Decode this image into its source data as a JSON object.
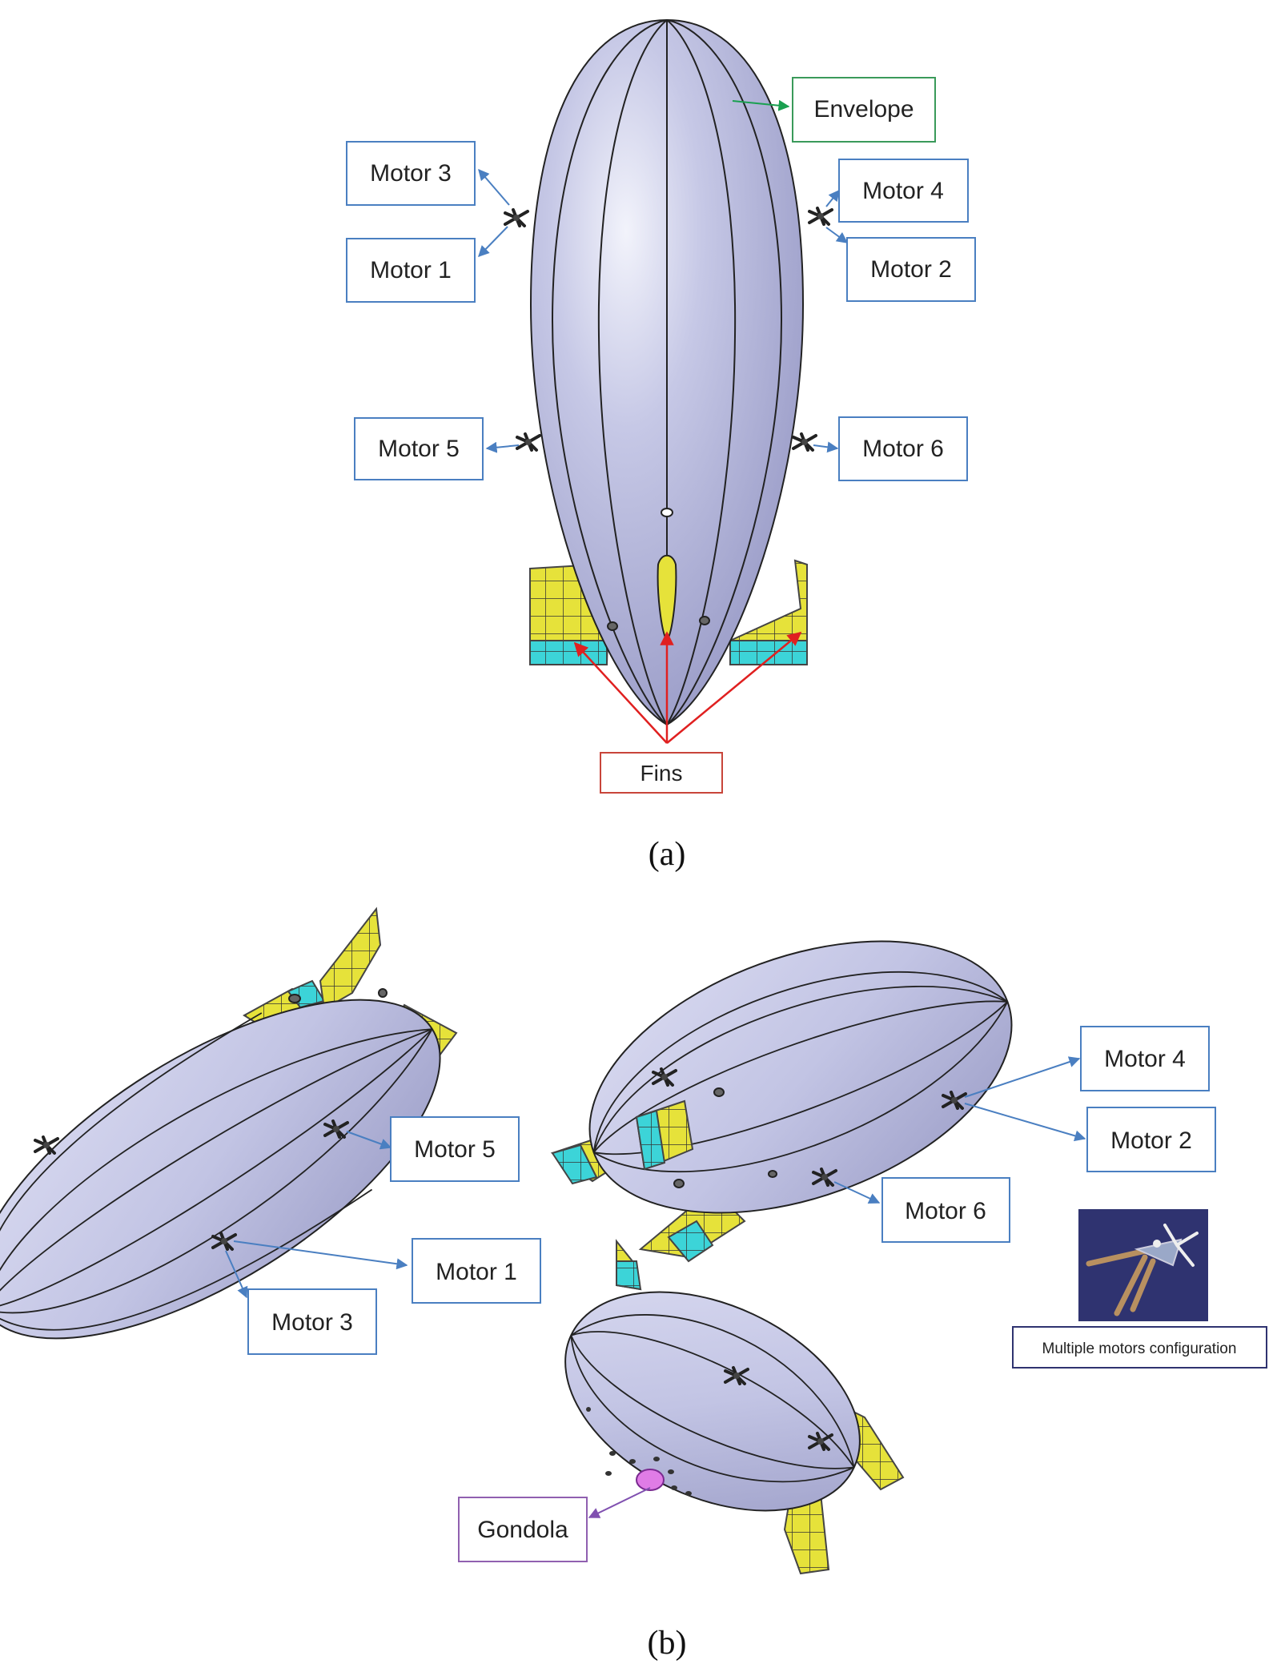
{
  "panel_a": {
    "caption": "(a)",
    "labels": {
      "envelope": "Envelope",
      "motor3": "Motor 3",
      "motor1": "Motor 1",
      "motor4": "Motor 4",
      "motor2": "Motor 2",
      "motor5": "Motor 5",
      "motor6": "Motor 6",
      "fins": "Fins"
    }
  },
  "panel_b": {
    "caption": "(b)",
    "labels": {
      "motor5": "Motor 5",
      "motor1": "Motor 1",
      "motor3": "Motor 3",
      "motor4": "Motor 4",
      "motor2": "Motor 2",
      "motor6": "Motor 6",
      "gondola": "Gondola",
      "multi_motor": "Multiple motors configuration"
    }
  },
  "colors": {
    "envelope": "#c9cbe8",
    "fin_yellow": "#e6e23a",
    "fin_cyan": "#3cd4d8",
    "motor_box": "#4a7fc1",
    "envelope_box": "#3a9a5a",
    "fins_box": "#c8453a",
    "gondola_box": "#9060b0",
    "gondola": "#e07ce6",
    "inset_bg": "#2f3370"
  }
}
